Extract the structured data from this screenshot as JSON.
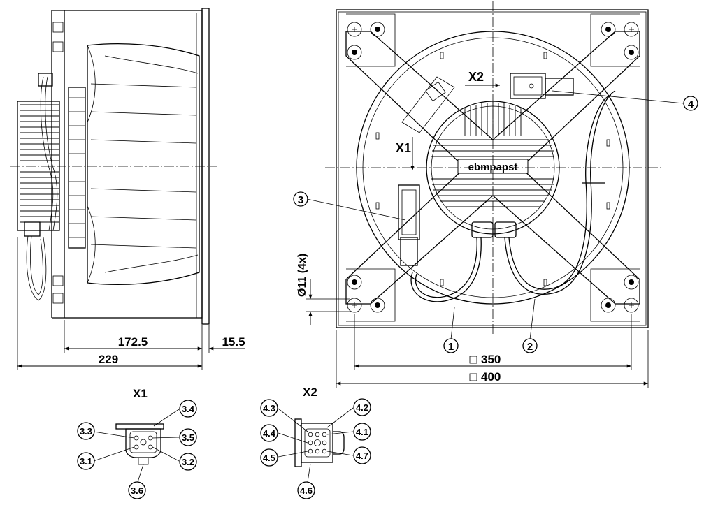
{
  "dimensions": {
    "depth_motor": "172.5",
    "flange": "15.5",
    "depth_total": "229",
    "hole_spacing": "350",
    "outer_size": "400",
    "hole_diameter": "Ø11 (4x)"
  },
  "connector_labels": {
    "x1": "X1",
    "x2": "X2"
  },
  "brand": "ebmpapst",
  "callouts": [
    "1",
    "2",
    "3",
    "4"
  ],
  "x1_detail": {
    "title": "X1",
    "pins": [
      "3.1",
      "3.2",
      "3.3",
      "3.4",
      "3.5",
      "3.6"
    ]
  },
  "x2_detail": {
    "title": "X2",
    "pins": [
      "4.1",
      "4.2",
      "4.3",
      "4.4",
      "4.5",
      "4.6",
      "4.7"
    ]
  },
  "colors": {
    "line": "#000000",
    "background": "#ffffff"
  }
}
